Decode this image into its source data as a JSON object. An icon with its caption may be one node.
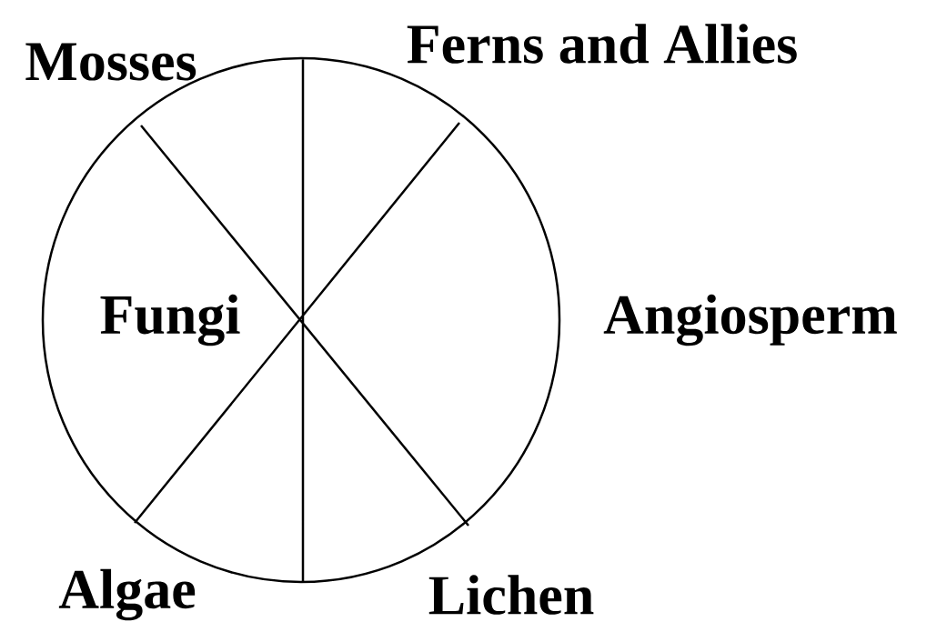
{
  "diagram": {
    "labels": [
      "Mosses",
      "Ferns and Allies",
      "Fungi",
      "Angiosperm",
      "Algae",
      "Lichen"
    ]
  }
}
